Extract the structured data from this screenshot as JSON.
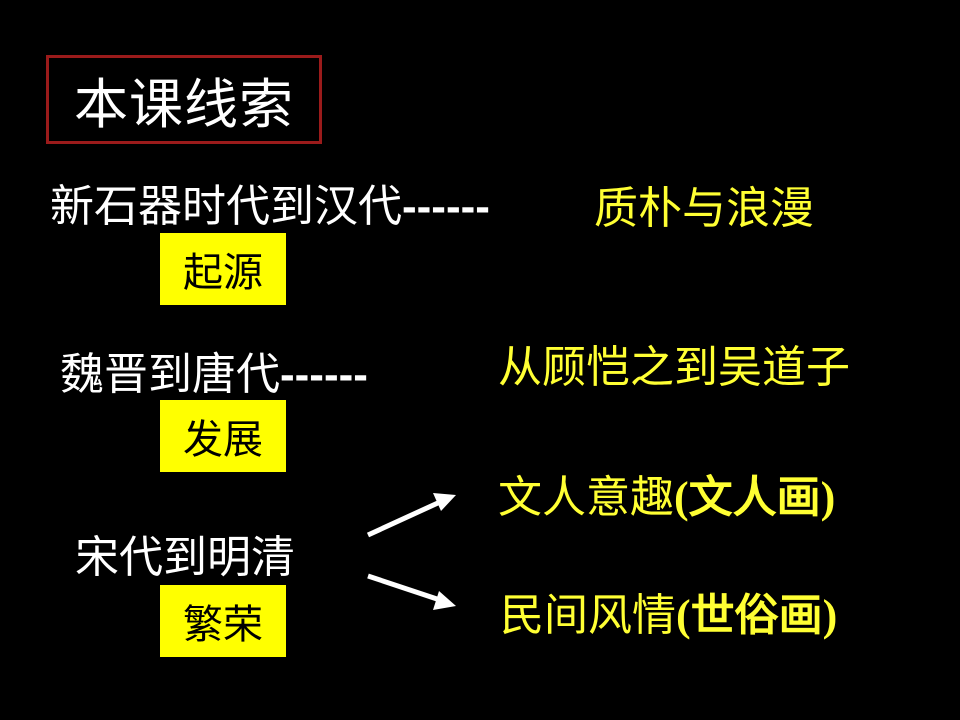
{
  "title": "本课线索",
  "rows": [
    {
      "era": "新石器时代到汉代",
      "dash": "------",
      "theme": "质朴与浪漫",
      "stage": "起源"
    },
    {
      "era": "魏晋到唐代",
      "dash": "------",
      "theme": "从顾恺之到吴道子",
      "stage": "发展"
    },
    {
      "era": "宋代到明清",
      "stage": "繁荣",
      "branches": [
        {
          "theme_main": "文人意趣",
          "theme_paren": "(文人画)"
        },
        {
          "theme_main": "民间风情",
          "theme_paren": "(世俗画)"
        }
      ]
    }
  ],
  "colors": {
    "background": "#000000",
    "text": "#ffffff",
    "accent": "#ffff00",
    "title_border": "#9b1b1b"
  }
}
